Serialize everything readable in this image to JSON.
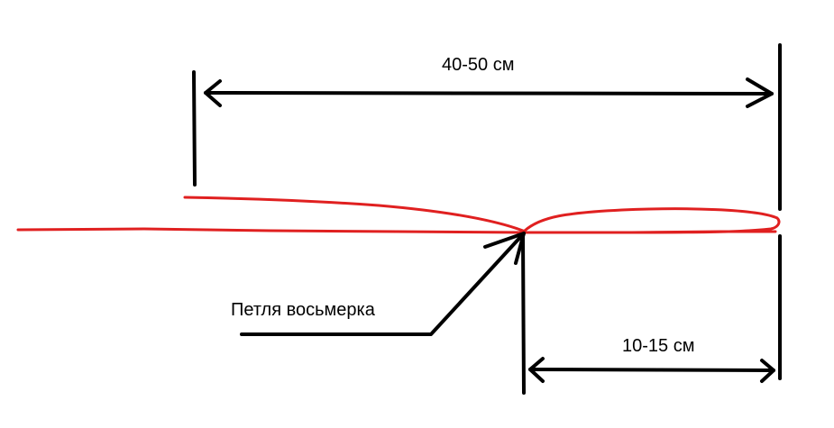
{
  "diagram": {
    "labels": {
      "long_dimension": "40-50  см",
      "short_dimension": "10-15  см",
      "knot_callout": "Петля восьмерка"
    },
    "colors": {
      "ink": "#000000",
      "rope": "#e02020",
      "background": "#ffffff"
    }
  }
}
